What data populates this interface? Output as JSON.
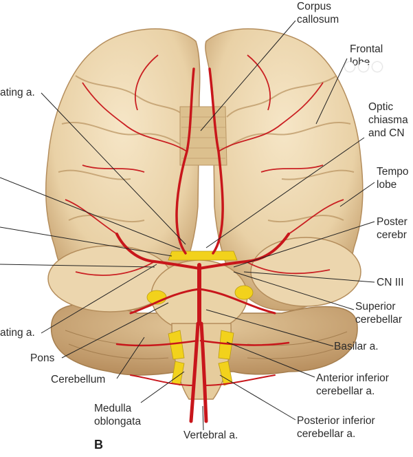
{
  "figure": {
    "panel_letter": "B",
    "labels": {
      "corpus_callosum": [
        "Corpus",
        "callosum"
      ],
      "frontal_lobe": [
        "Frontal",
        "lobe"
      ],
      "optic_chiasma": [
        "Optic",
        "chiasma",
        "and CN"
      ],
      "temporal_lobe": [
        "Tempo",
        "lobe"
      ],
      "posterior_cerebral": [
        "Poster",
        "cerebr"
      ],
      "cn_iii": [
        "CN III"
      ],
      "superior_cerebellar": [
        "Superior",
        "cerebellar"
      ],
      "basilar": [
        "Basilar a."
      ],
      "anterior_inferior_cerebellar": [
        "Anterior inferior",
        "cerebellar a."
      ],
      "posterior_inferior_cerebellar": [
        "Posterior inferior",
        "cerebellar a."
      ],
      "vertebral": [
        "Vertebral a."
      ],
      "medulla_oblongata": [
        "Medulla",
        "oblongata"
      ],
      "cerebellum": [
        "Cerebellum"
      ],
      "pons": [
        "Pons"
      ],
      "communicating_lower": [
        "ating a."
      ],
      "communicating_upper": [
        "ating a."
      ]
    },
    "colors": {
      "brain": "#f0dcb8",
      "brain_shade": "#cfae7e",
      "artery": "#c8161b",
      "nerve": "#f2d21c",
      "leader": "#222222"
    }
  }
}
